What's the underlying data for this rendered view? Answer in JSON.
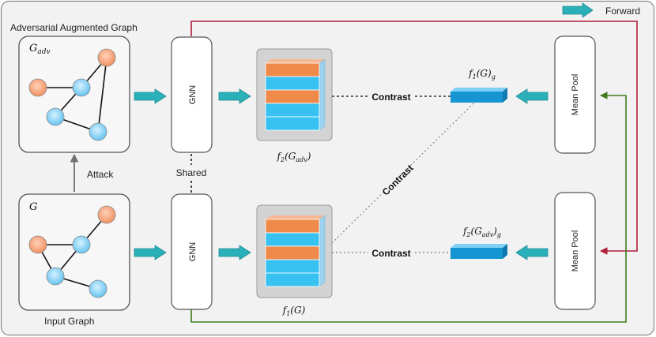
{
  "legend": {
    "forward_label": "Forward"
  },
  "graphs": {
    "adv_title": "Adversarial Augmented Graph",
    "adv_symbol": {
      "base": "G",
      "sub": "adv"
    },
    "input_symbol": "G",
    "input_title": "Input Graph",
    "attack_label": "Attack"
  },
  "encoders": {
    "top_label": "GNN",
    "bottom_label": "GNN",
    "shared_label": "Shared"
  },
  "features": {
    "top_label": {
      "fn": "f",
      "fn_sub": "2",
      "arg": "G",
      "arg_sub": "adv"
    },
    "bottom_label": {
      "fn": "f",
      "fn_sub": "1",
      "arg": "G",
      "arg_sub": ""
    }
  },
  "pooling": {
    "top_label": "Mean Pool",
    "bottom_label": "Mean Pool"
  },
  "embeddings": {
    "top_label": {
      "fn": "f",
      "fn_sub": "1",
      "arg": "G",
      "arg_sub": "",
      "tail_sub": "g"
    },
    "bottom_label": {
      "fn": "f",
      "fn_sub": "2",
      "arg": "G",
      "arg_sub": "adv",
      "tail_sub": "g"
    }
  },
  "contrast": {
    "top": "Contrast",
    "cross": "Contrast",
    "bottom": "Contrast"
  },
  "colors": {
    "teal_arrow": "#2ab0b8",
    "node_orange": "#f5956a",
    "node_blue": "#6fc8f0",
    "stack_orange": "#f08a4a",
    "stack_blue": "#38c2f2",
    "embedding_blue": "#1596d2",
    "forward_red": "#b01e3a",
    "forward_green": "#3f7a1f",
    "panel_bg": "#f2f2f2"
  }
}
